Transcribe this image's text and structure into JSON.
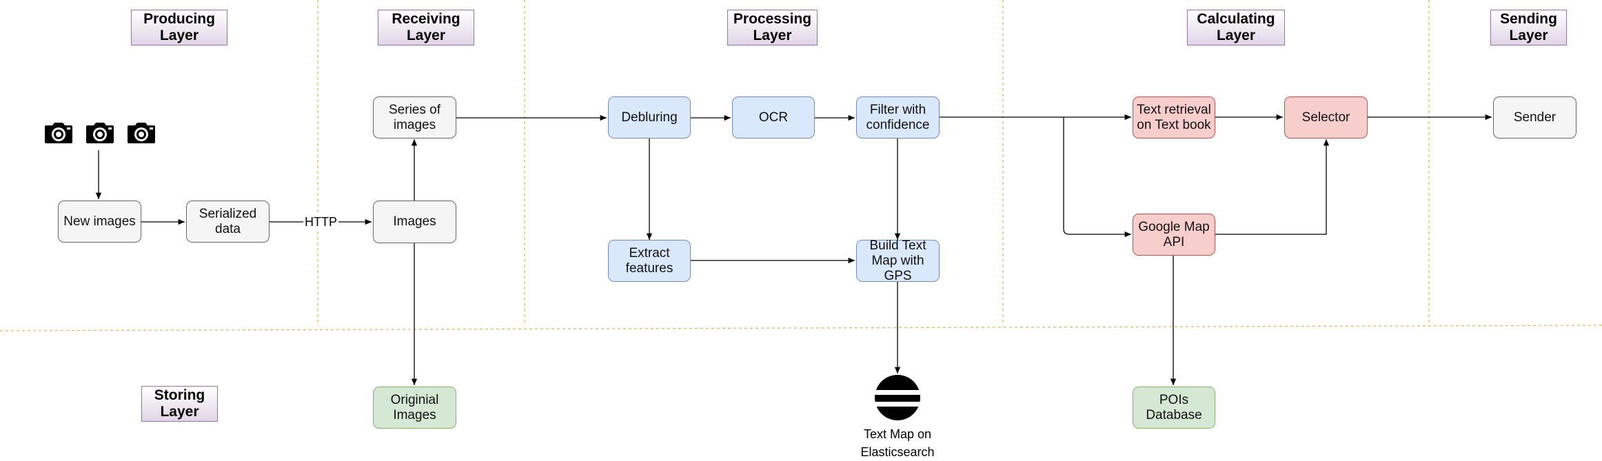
{
  "layers": {
    "producing": "Producing\nLayer",
    "receiving": "Receiving\nLayer",
    "processing": "Processing\nLayer",
    "calculating": "Calculating\nLayer",
    "sending": "Sending\nLayer",
    "storing": "Storing\nLayer"
  },
  "nodes": {
    "new_images": "New images",
    "serialized_data": "Serialized\ndata",
    "images": "Images",
    "series_of_images": "Series of\nimages",
    "original_images": "Originial\nImages",
    "debluring": "Debluring",
    "ocr": "OCR",
    "filter": "Filter with\nconfidence",
    "extract_features": "Extract\nfeatures",
    "build_text_map": "Build Text\nMap with\nGPS",
    "text_retrieval": "Text retrieval\non Text book",
    "google_map_api": "Google Map\nAPI",
    "selector": "Selector",
    "pois_database": "POIs\nDatabase",
    "sender": "Sender"
  },
  "edge_labels": {
    "http": "HTTP"
  },
  "elasticsearch_label": "Text Map on\nElasticsearch",
  "icons": [
    "camera-icon",
    "camera-icon",
    "camera-icon",
    "elasticsearch-icon"
  ],
  "colors": {
    "gray_fill": "#f5f5f5",
    "blue_fill": "#dae8fc",
    "red_fill": "#f8cecc",
    "green_fill": "#d5e8d4",
    "layer_border": "#9673a6",
    "divider": "#d6b656"
  }
}
